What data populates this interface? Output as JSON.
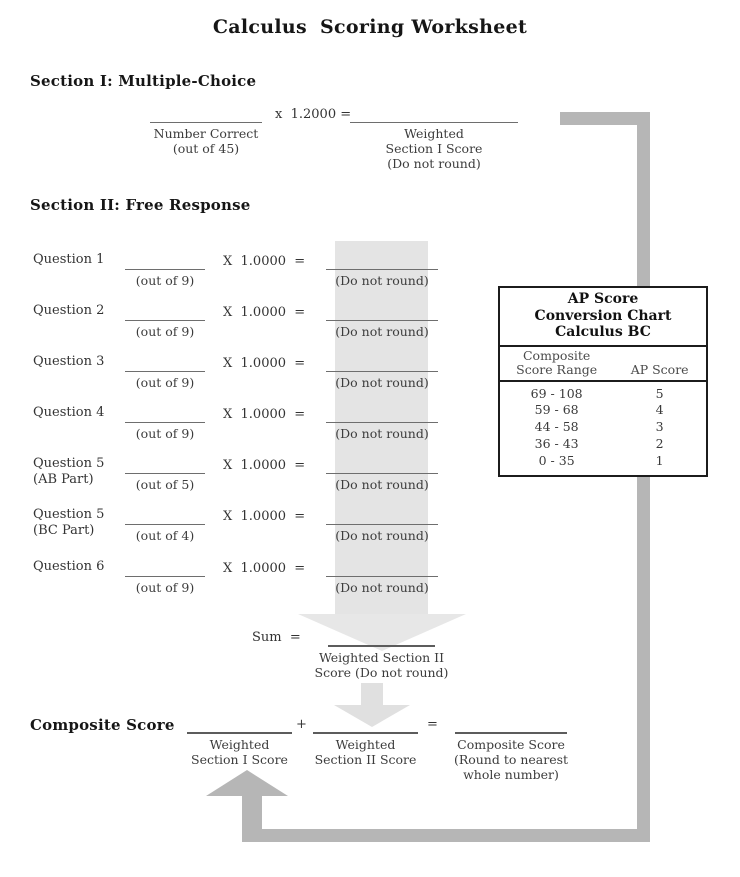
{
  "title": {
    "exam": "Calculus",
    "rest": "Scoring Worksheet"
  },
  "section1": {
    "heading": "Section I: Multiple-Choice",
    "multiplier": "x  1.2000 =",
    "blank1_line1": "Number Correct",
    "blank1_line2": "(out of 45)",
    "blank2_line1": "Weighted",
    "blank2_line2": "Section I Score",
    "blank2_line3": "(Do not round)"
  },
  "section2": {
    "heading": "Section II: Free Response",
    "rows": [
      {
        "label": "Question 1",
        "sublabel": "",
        "out_of": "(out of 9)",
        "multiplier": "X  1.0000  =",
        "note": "(Do not round)"
      },
      {
        "label": "Question 2",
        "sublabel": "",
        "out_of": "(out of 9)",
        "multiplier": "X  1.0000  =",
        "note": "(Do not round)"
      },
      {
        "label": "Question 3",
        "sublabel": "",
        "out_of": "(out of 9)",
        "multiplier": "X  1.0000  =",
        "note": "(Do not round)"
      },
      {
        "label": "Question 4",
        "sublabel": "",
        "out_of": "(out of 9)",
        "multiplier": "X  1.0000  =",
        "note": "(Do not round)"
      },
      {
        "label": "Question 5",
        "sublabel": "(AB Part)",
        "out_of": "(out of 5)",
        "multiplier": "X  1.0000  =",
        "note": "(Do not round)"
      },
      {
        "label": "Question 5",
        "sublabel": "(BC Part)",
        "out_of": "(out of 4)",
        "multiplier": "X  1.0000  =",
        "note": "(Do not round)"
      },
      {
        "label": "Question 6",
        "sublabel": "",
        "out_of": "(out of 9)",
        "multiplier": "X  1.0000  =",
        "note": "(Do not round)"
      }
    ],
    "sum_label": "Sum  =",
    "sum_caption_line1": "Weighted Section II",
    "sum_caption_line2": "Score (Do not round)"
  },
  "conversion_chart": {
    "title_line1": "AP Score",
    "title_line2": "Conversion Chart",
    "title_line3": "Calculus BC",
    "col1_header_line1": "Composite",
    "col1_header_line2": "Score Range",
    "col2_header": "AP Score",
    "rows": [
      {
        "range": "69 - 108",
        "score": "5"
      },
      {
        "range": "59 - 68",
        "score": "4"
      },
      {
        "range": "44 - 58",
        "score": "3"
      },
      {
        "range": "36 - 43",
        "score": "2"
      },
      {
        "range": "0 - 35",
        "score": "1"
      }
    ]
  },
  "composite": {
    "heading": "Composite Score",
    "plus": "+",
    "equals": "=",
    "blank1_line1": "Weighted",
    "blank1_line2": "Section I Score",
    "blank2_line1": "Weighted",
    "blank2_line2": "Section II Score",
    "blank3_line1": "Composite Score",
    "blank3_line2": "(Round to nearest",
    "blank3_line3": "whole number)"
  },
  "colors": {
    "connector_gray": "#b6b6b6",
    "flow_band_gray": "#e4e4e4",
    "flow_head_gray": "#e7e7e7",
    "small_arrow_gray": "#e0e0e0"
  }
}
